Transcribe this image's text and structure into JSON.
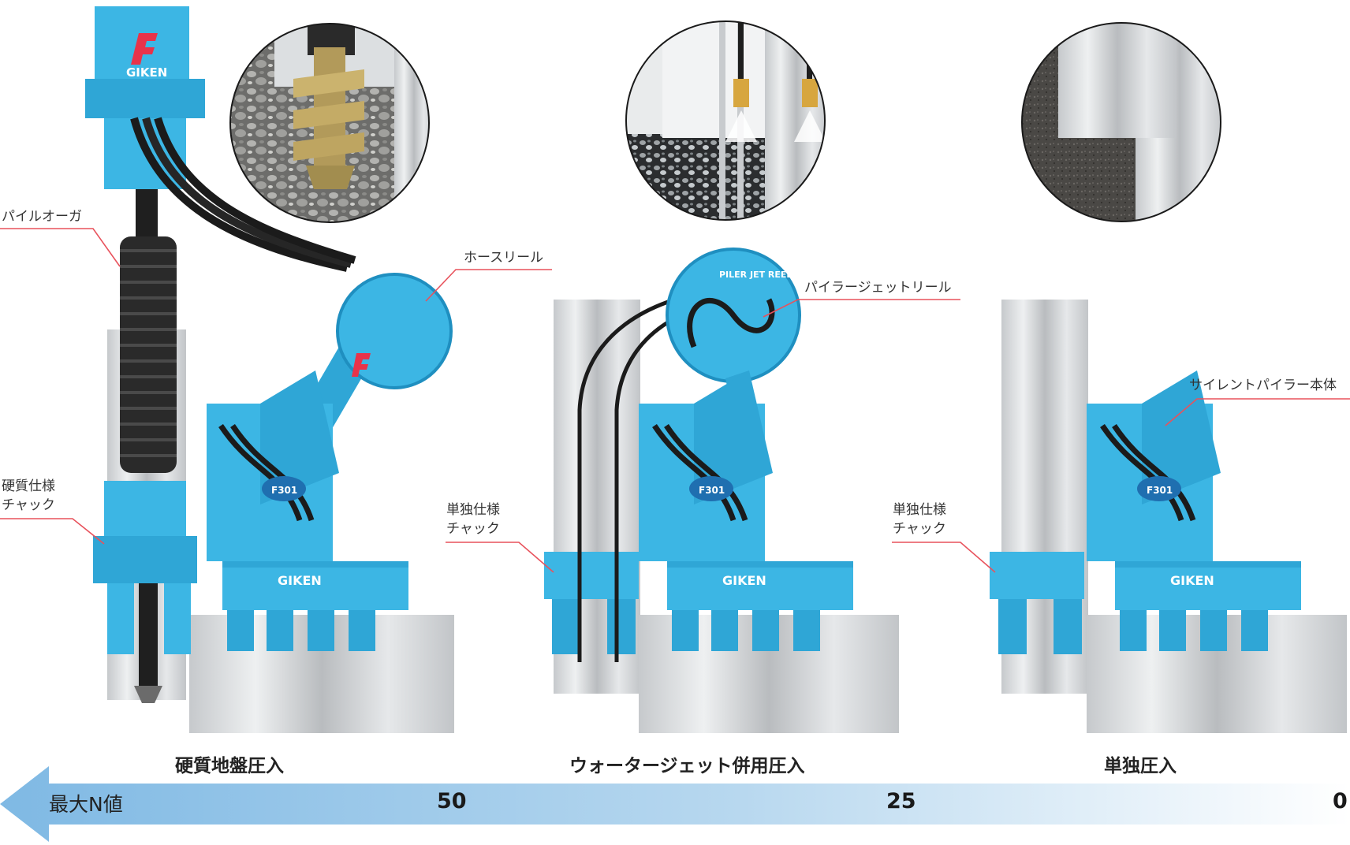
{
  "callouts": {
    "pile_auger": "パイルオーガ",
    "hose_reel": "ホースリール",
    "hard_chuck_line1": "硬質仕様",
    "hard_chuck_line2": "チャック",
    "jet_reel": "パイラージェットリール",
    "single_chuck_1_line1": "単独仕様",
    "single_chuck_1_line2": "チャック",
    "single_chuck_2_line1": "単独仕様",
    "single_chuck_2_line2": "チャック",
    "main_body": "サイレントパイラー本体"
  },
  "methods": {
    "hard_ground": "硬質地盤圧入",
    "water_jet": "ウォータージェット併用圧入",
    "standard": "単独圧入"
  },
  "scale": {
    "title": "最大N値",
    "ticks": [
      "50",
      "25",
      "0"
    ]
  },
  "markings": {
    "brand": "GIKEN",
    "model": "F301",
    "logo_letter": "F",
    "reel_text": "PILER JET REEL"
  },
  "colors": {
    "machine_blue": "#3cb6e4",
    "machine_dark": "#1f8fc0",
    "callout_line": "#e8525c",
    "pile_gray": "#d2d5d8",
    "scale_start": "#7fb9e4",
    "logo_red": "#e8334a"
  }
}
